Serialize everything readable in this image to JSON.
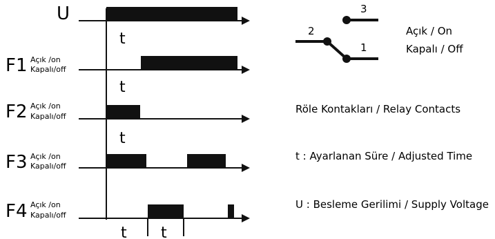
{
  "signals": {
    "U": {
      "label": "U"
    },
    "F1": {
      "label": "F1",
      "on_label": "Açık /on",
      "off_label": "Kapalı/off"
    },
    "F2": {
      "label": "F2",
      "on_label": "Açık /on",
      "off_label": "Kapalı/off"
    },
    "F3": {
      "label": "F3",
      "on_label": "Açık /on",
      "off_label": "Kapalı/off"
    },
    "F4": {
      "label": "F4",
      "on_label": "Açık /on",
      "off_label": "Kapalı/off"
    }
  },
  "time_labels": {
    "f1": "t",
    "f2": "t",
    "f3": "t",
    "f4_a": "t",
    "f4_b": "t"
  },
  "relay": {
    "pin_1": "1",
    "pin_2": "2",
    "pin_3": "3",
    "on_label": "Açık / On",
    "off_label": "Kapalı / Off"
  },
  "legend": {
    "relay_contacts": "Röle Kontakları / Relay Contacts",
    "adjusted_time": "t : Ayarlanan Süre / Adjusted Time",
    "supply_voltage": "U : Besleme Gerilimi / Supply Voltage"
  }
}
